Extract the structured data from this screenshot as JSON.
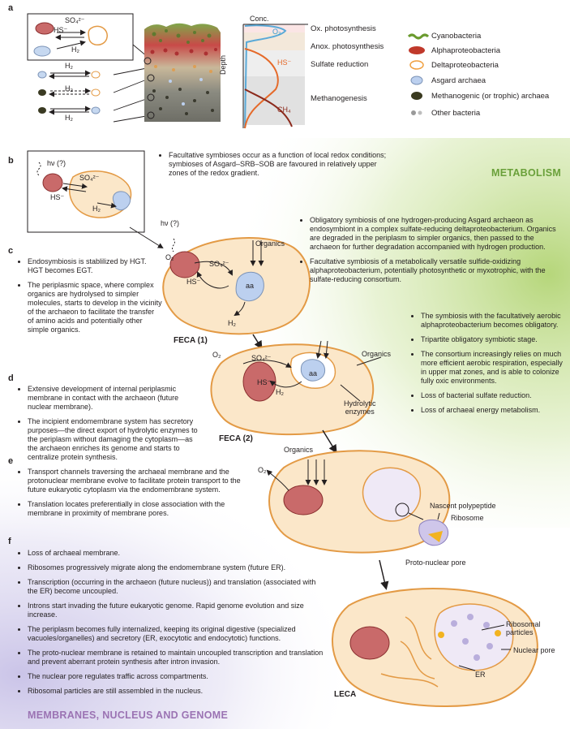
{
  "panels": {
    "a": "a",
    "b": "b",
    "c": "c",
    "d": "d",
    "e": "e",
    "f": "f"
  },
  "panel_a": {
    "inset_so4": "SO₄²⁻",
    "inset_hs": "HS⁻",
    "inset_h2": "H₂",
    "row_h2_1": "H₂",
    "row_h2_2": "H₂",
    "row_h2_3": "H₂",
    "conc_label": "Conc.",
    "depth_label": "Depth",
    "o2": "O₂",
    "hs": "HS⁻",
    "ch4": "CH₄",
    "zones": [
      "Ox. photosynthesis",
      "Anox. photosynthesis",
      "Sulfate reduction",
      "Methanogenesis"
    ],
    "legend": [
      {
        "label": "Cyanobacteria",
        "icon": "cyanobacteria-icon",
        "color": "#6a9a2e"
      },
      {
        "label": "Alphaproteobacteria",
        "icon": "alphaproteobacteria-icon",
        "color": "#c0392b"
      },
      {
        "label": "Deltaproteobacteria",
        "icon": "deltaproteobacteria-icon",
        "color": "#f0a040"
      },
      {
        "label": "Asgard archaea",
        "icon": "asgard-archaea-icon",
        "color": "#a8c4e6"
      },
      {
        "label": "Methanogenic (or trophic) archaea",
        "icon": "methanogen-icon",
        "color": "#3a3a20"
      },
      {
        "label": "Other bacteria",
        "icon": "other-bacteria-icon",
        "color": "#9a9a9a"
      }
    ]
  },
  "panel_b": {
    "hv": "hν (?)",
    "so4": "SO₄²⁻",
    "hs": "HS⁻",
    "h2": "H₂",
    "bullet": "Facultative symbioses occur as a function of local redox conditions; symbioses of Asgard–SRB–SOB are favoured in relatively upper zones of the redox gradient.",
    "metabolism": "METABOLISM"
  },
  "feca1": {
    "hv": "hν (?)",
    "o2": "O₂",
    "so4": "SO₄²⁻",
    "hs": "HS⁻",
    "aa": "aa",
    "h2": "H₂",
    "organics": "Organics",
    "title": "FECA (1)"
  },
  "right_bullets_1": [
    "Obligatory symbiosis of one hydrogen-producing Asgard archaeon as endosymbiont in a complex sulfate-reducing deltaproteobacterium. Organics are degraded in the periplasm to simpler organics, then passed to the archaeon for further degradation accompanied with hydrogen production.",
    "Facultative symbiosis of a metabolically versatile sulfide-oxidizing alphaproteobacterium, potentially photosynthetic or myxotrophic, with the sulfate-reducing consortium."
  ],
  "panel_c": [
    "Endosymbiosis is stablilized by HGT. HGT becomes EGT.",
    "The periplasmic space, where complex organics are hydrolysed to simpler molecules, starts to develop in the vicinity of the archaeon to facilitate the transfer of amino acids and potentially other simple organics."
  ],
  "right_bullets_2": [
    "The symbiosis with the facultatively aerobic alphaproteobacterium becomes obligatory.",
    "Tripartite obligatory symbiotic stage.",
    "The consortium increasingly relies on much more efficient aerobic respiration, especially in upper mat zones, and is able to colonize fully oxic environments.",
    "Loss of bacterial sulfate reduction.",
    "Loss of archaeal energy metabolism."
  ],
  "feca2": {
    "o2": "O₂",
    "so4": "SO₄²⁻",
    "hs": "HS⁻",
    "aa": "aa",
    "h2": "H₂",
    "organics": "Organics",
    "hydrolytic": "Hydrolytic\nenzymes",
    "title": "FECA (2)"
  },
  "panel_d": [
    "Extensive development of internal periplasmic membrane in contact with the archaeon (future nuclear membrane).",
    "The incipient endomembrane system has secretory purposes—the direct export of hydrolytic enzymes to the periplasm without damaging the cytoplasm—as the archaeon enriches its genome and starts to centralize protein synthesis."
  ],
  "stage3": {
    "organics": "Organics",
    "o2": "O₂",
    "nascent": "Nascent polypeptide",
    "ribosome": "Ribosome",
    "pore": "Proto-nuclear pore"
  },
  "panel_e": [
    "Transport channels traversing the archaeal membrane and the protonuclear membrane evolve to facilitate protein transport to the future eukaryotic cytoplasm via the endomembrane system.",
    "Translation locates preferentially in close association with the membrane in proximity of membrane pores."
  ],
  "panel_f": [
    "Loss of archaeal membrane.",
    "Ribosomes progressively migrate along the endomembrane system (future ER).",
    "Transcription (occurring in the archaeon (future nucleus)) and translation (associated with the ER) become uncoupled.",
    "Introns start invading the future eukaryotic genome. Rapid genome evolution and size increase.",
    "The periplasm becomes fully internalized, keeping its original digestive (specialized vacuoles/organelles) and secretory (ER, exocytotic and endocytotic) functions.",
    "The proto-nuclear membrane is retained to maintain uncoupled transcription and translation and prevent aberrant protein synthesis after intron invasion.",
    "The nuclear pore regulates traffic across compartments.",
    "Ribosomal particles are still assembled in the nucleus."
  ],
  "leca": {
    "ribosomal": "Ribosomal\nparticles",
    "pore": "Nuclear pore",
    "er": "ER",
    "title": "LECA"
  },
  "membranes_title": "MEMBRANES, NUCLEUS AND GENOME",
  "colors": {
    "green": "#b7d67a",
    "lavender": "#c9c3e6",
    "cell": "#fbe7c9",
    "cellStroke": "#e8a04c",
    "alpha": "#c05a5a",
    "asgard": "#bcd0ef"
  }
}
